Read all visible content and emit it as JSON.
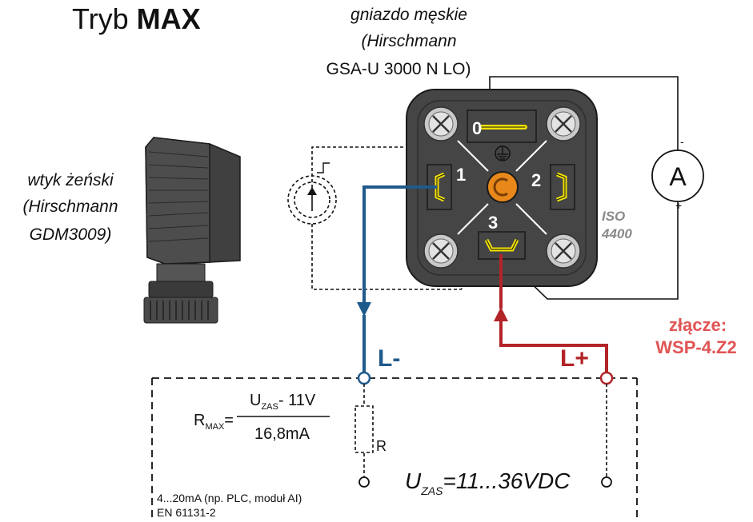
{
  "title": {
    "prefix": "Tryb ",
    "mode": "MAX"
  },
  "male_socket": {
    "line1": "gniazdo męskie",
    "line2": "(Hirschmann",
    "line3": "GSA-U 3000 N LO)"
  },
  "female_plug": {
    "line1": "wtyk żeński",
    "line2": "(Hirschmann",
    "line3": "GDM3009)"
  },
  "connector": {
    "pins": [
      "0",
      "1",
      "2",
      "3"
    ],
    "standard_line1": "ISO",
    "standard_line2": "4400",
    "code_label": "złącze:",
    "code": "WSP-4.Z2"
  },
  "ammeter": {
    "symbol": "A",
    "minus": "-",
    "plus": "+"
  },
  "wires": {
    "negative": "L-",
    "positive": "L+"
  },
  "formula": {
    "lhs_main": "R",
    "lhs_sub": "MAX",
    "equals": "=",
    "num_main": "U",
    "num_sub": "ZAS",
    "num_rest": "- 11V",
    "denominator": "16,8mA"
  },
  "resistor_label": "R",
  "supply": {
    "main": "U",
    "sub": "ZAS",
    "value": "=11...36VDC"
  },
  "receiver": {
    "line1": "4...20mA (np. PLC, moduł AI)",
    "line2": "EN 61131-2"
  },
  "colors": {
    "negative_wire": "#1f5a8c",
    "positive_wire": "#b22428",
    "connector_body": "#454545",
    "pin_yellow": "#f2e205",
    "center_orange": "#e8881a",
    "iso_text": "#8a8a8a"
  }
}
